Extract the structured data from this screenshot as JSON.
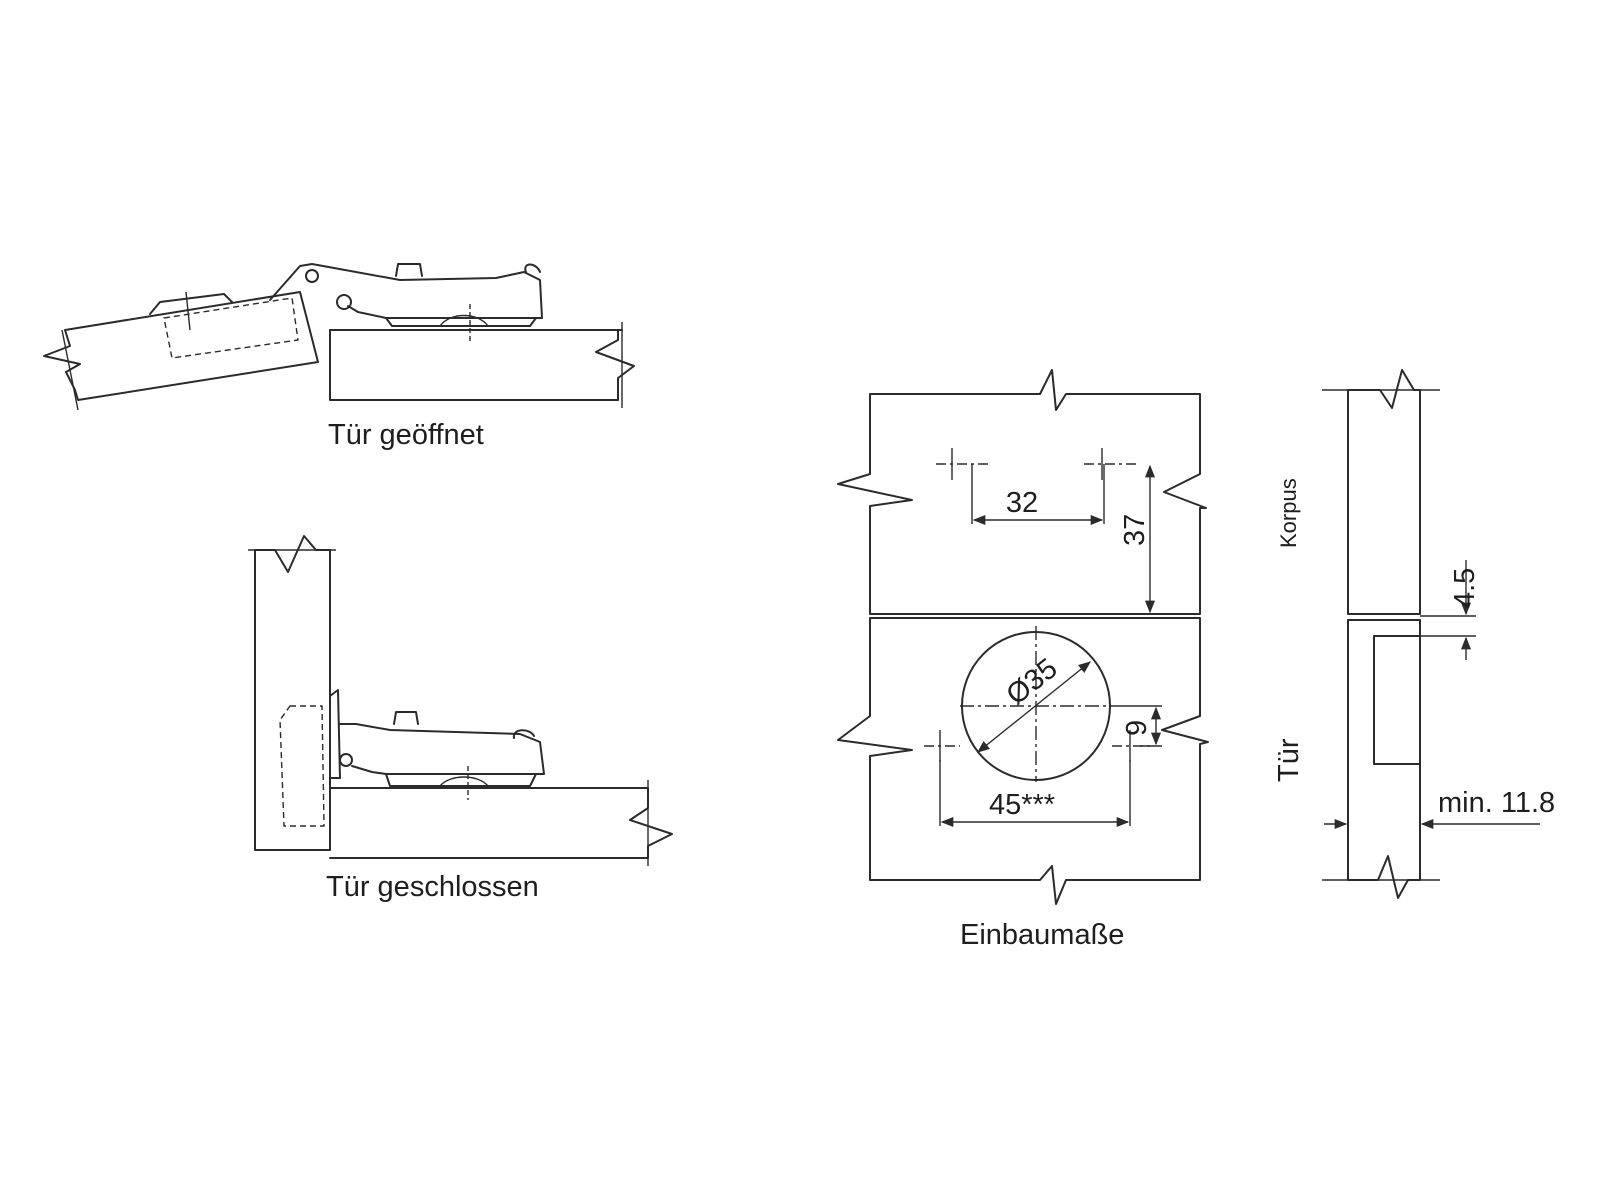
{
  "captions": {
    "open": "Tür geöffnet",
    "closed": "Tür geschlossen",
    "mounting": "Einbaumaße"
  },
  "side_labels": {
    "carcass": "Korpus",
    "door": "Tür"
  },
  "dimensions": {
    "hole_spacing": "32",
    "plate_depth": "37",
    "cup_diameter": "Ø35",
    "cup_offset": "9",
    "screw_spacing": "45***",
    "gap": "4.5",
    "min_thickness": "min. 11.8"
  }
}
